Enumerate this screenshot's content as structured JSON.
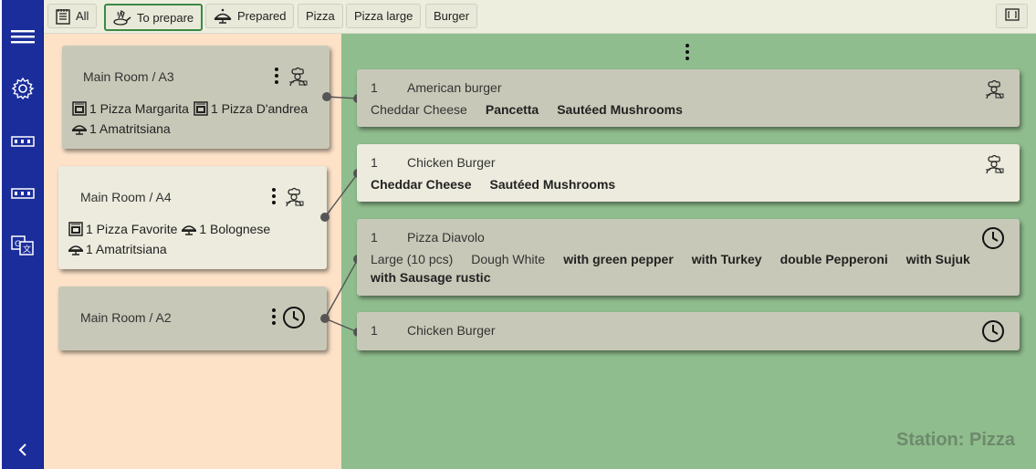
{
  "filters": [
    {
      "label": "All",
      "icon": "notepad-icon",
      "active": false
    },
    {
      "label": "To prepare",
      "icon": "cook-pan-icon",
      "active": true
    },
    {
      "label": "Prepared",
      "icon": "serving-dish-icon",
      "active": false
    },
    {
      "label": "Pizza",
      "active": false
    },
    {
      "label": "Pizza large",
      "active": false
    },
    {
      "label": "Burger",
      "active": false
    }
  ],
  "sidebar": {
    "icons": [
      "menu-icon",
      "settings-gear-icon",
      "display-icon",
      "display-alt-icon",
      "translate-icon",
      "collapse-chevron-left-icon"
    ]
  },
  "tables": [
    {
      "title": "Main Room / A3",
      "status_icon": "chef-icon",
      "line1": [
        {
          "icon": "oven-icon",
          "text": "1 Pizza Margarita"
        },
        {
          "icon": "oven-icon",
          "text": "1 Pizza D'andrea"
        }
      ],
      "line2": [
        {
          "icon": "serving-dish-icon",
          "text": "1 Amatritsiana"
        }
      ]
    },
    {
      "title": "Main Room / A4",
      "status_icon": "chef-icon",
      "line1": [
        {
          "icon": "oven-icon",
          "text": "1 Pizza Favorite"
        },
        {
          "icon": "serving-dish-icon",
          "text": "1 Bolognese"
        }
      ],
      "line2": [
        {
          "icon": "serving-dish-icon",
          "text": "1 Amatritsiana"
        }
      ]
    },
    {
      "title": "Main Room / A2",
      "status_icon": "clock-icon"
    }
  ],
  "orders": [
    {
      "qty": "1",
      "name": "American burger",
      "status_icon": "chef-icon",
      "modifiers": [
        {
          "text": "Cheddar Cheese",
          "bold": false
        },
        {
          "text": "Pancetta",
          "bold": true
        },
        {
          "text": "Sautéed Mushrooms",
          "bold": true
        }
      ]
    },
    {
      "qty": "1",
      "name": "Chicken Burger",
      "status_icon": "chef-icon",
      "modifiers": [
        {
          "text": "Cheddar Cheese",
          "bold": true
        },
        {
          "text": "Sautéed Mushrooms",
          "bold": true
        }
      ]
    },
    {
      "qty": "1",
      "name": "Pizza Diavolo",
      "status_icon": "clock-icon",
      "modifiers": [
        {
          "text": "Large (10 pcs)",
          "bold": false
        },
        {
          "text": "Dough White",
          "bold": false
        },
        {
          "text": "with green pepper",
          "bold": true
        },
        {
          "text": "with Turkey",
          "bold": true
        },
        {
          "text": "double Pepperoni",
          "bold": true
        },
        {
          "text": "with Sujuk",
          "bold": true
        }
      ],
      "modifiers2": [
        {
          "text": "with Sausage rustic",
          "bold": true
        }
      ]
    },
    {
      "qty": "1",
      "name": "Chicken Burger",
      "status_icon": "clock-icon",
      "modifiers": []
    }
  ],
  "station_label": "Station: Pizza",
  "colors": {
    "sidebar": "#1a2d9a",
    "left_panel": "#fde2c8",
    "right_panel": "#8fbd8d",
    "active_filter_border": "#3a8a44"
  }
}
